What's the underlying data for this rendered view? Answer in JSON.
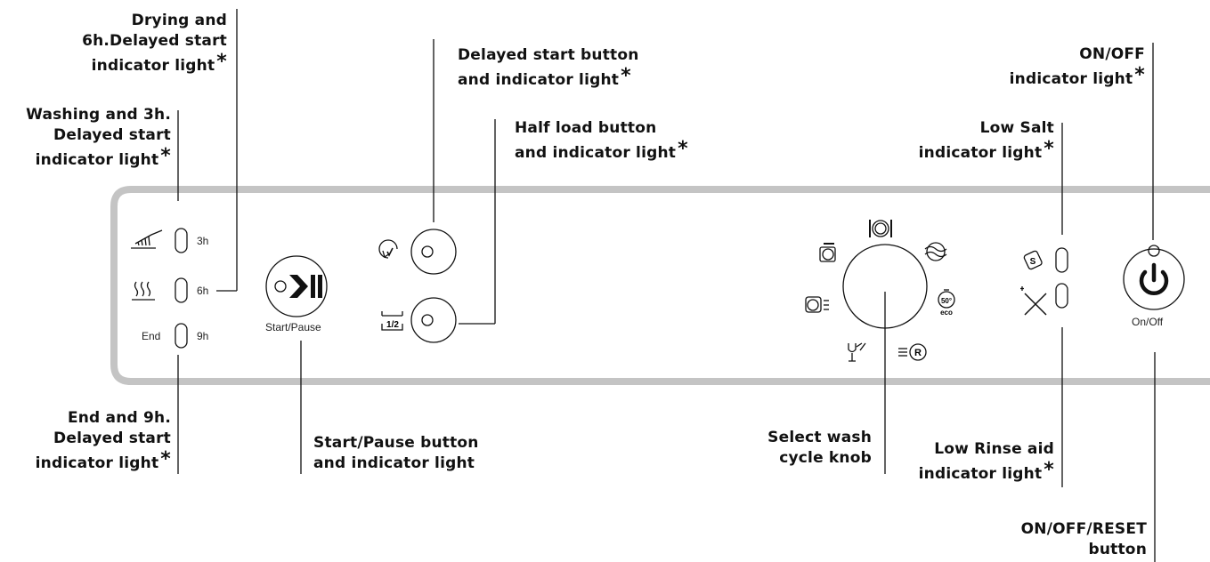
{
  "callouts": {
    "drying": {
      "lines": [
        "Drying and",
        "6h.Delayed start",
        "indicator light"
      ],
      "asterisk": "*"
    },
    "washing": {
      "lines": [
        "Washing and 3h.",
        "Delayed start",
        "indicator light"
      ],
      "asterisk": "*"
    },
    "end": {
      "lines": [
        "End and 9h.",
        "Delayed start",
        "indicator light"
      ],
      "asterisk": "*"
    },
    "delayed_start": {
      "lines": [
        "Delayed start button",
        "and indicator light"
      ],
      "asterisk": "*"
    },
    "half_load": {
      "lines": [
        "Half load button",
        "and indicator light"
      ],
      "asterisk": "*"
    },
    "start_pause": {
      "lines": [
        "Start/Pause button",
        "and indicator light"
      ]
    },
    "select_knob": {
      "lines": [
        "Select wash",
        "cycle knob"
      ]
    },
    "on_off_light": {
      "lines": [
        "ON/OFF",
        "indicator light"
      ],
      "asterisk": "*"
    },
    "low_salt": {
      "lines": [
        "Low Salt",
        "indicator light"
      ],
      "asterisk": "*"
    },
    "low_rinse": {
      "lines": [
        "Low Rinse aid",
        "indicator light"
      ],
      "asterisk": "*"
    },
    "reset": {
      "lines": [
        "ON/OFF/RESET",
        "button"
      ]
    }
  },
  "panel": {
    "hours": [
      "3h",
      "6h",
      "9h"
    ],
    "end_label": "End",
    "start_pause_label": "Start/Pause",
    "half_load_symbol": "1/2",
    "eco_temp": "50°",
    "eco_label": "eco",
    "rapid_symbol": "R",
    "salt_symbol": "S",
    "on_off_label": "On/Off"
  },
  "colors": {
    "panel_border": "#c4c4c4",
    "line": "#111111"
  }
}
